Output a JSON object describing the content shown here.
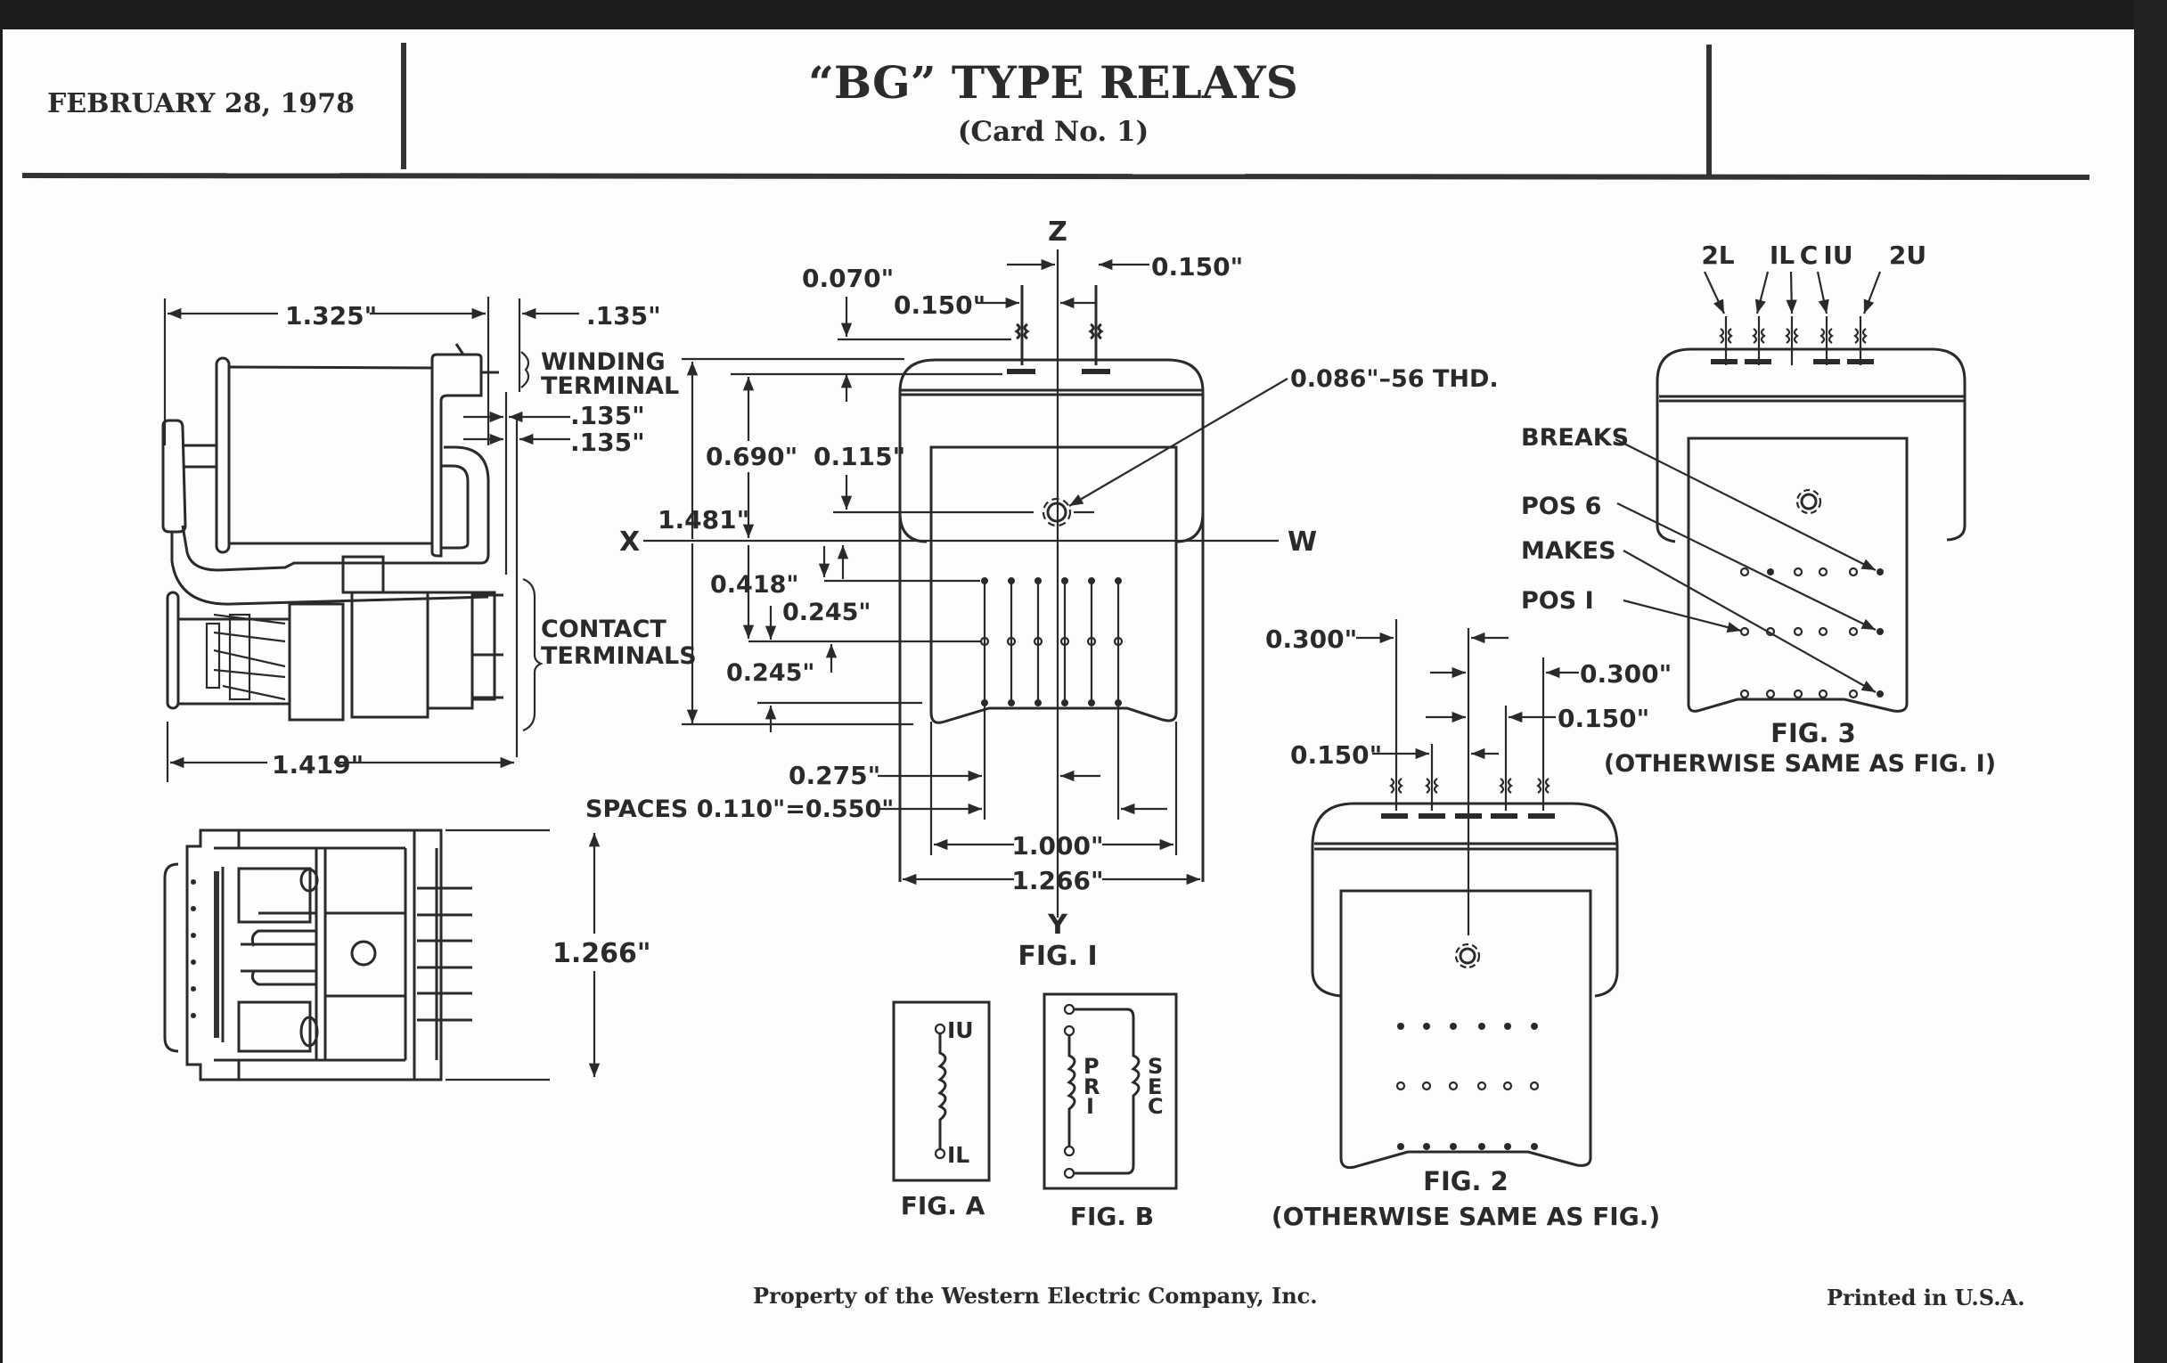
{
  "header": {
    "date": "FEBRUARY 28, 1978",
    "title": "“BG” TYPE RELAYS",
    "subtitle": "(Card No. 1)"
  },
  "side_view": {
    "dim_width_top": "1.325\"",
    "dim_terminal_offset": ".135\"",
    "winding_terminal_line1": "WINDING",
    "winding_terminal_line2": "TERMINAL",
    "dim_offset_1": ".135\"",
    "dim_offset_2": ".135\"",
    "contact_terminals_line1": "CONTACT",
    "contact_terminals_line2": "TERMINALS",
    "dim_width_bottom": "1.419\""
  },
  "top_view": {
    "dim_height": "1.266\""
  },
  "fig1": {
    "axis_z": "Z",
    "axis_x": "X",
    "axis_w": "W",
    "axis_y": "Y",
    "dim_070": "0.070\"",
    "dim_150_left": "0.150\"",
    "dim_150_right": "0.150\"",
    "dim_690": "0.690\"",
    "dim_115": "0.115\"",
    "dim_1481": "1.481\"",
    "dim_418": "0.418\"",
    "dim_245_a": "0.245\"",
    "dim_245_b": "0.245\"",
    "thread_callout": "0.086\"–56 THD.",
    "dim_275": "0.275\"",
    "spaces": "SPACES 0.110\"=0.550\"",
    "dim_1000": "1.000\"",
    "dim_1266": "1.266\"",
    "caption": "FIG. I"
  },
  "fig_a": {
    "top_terminal": "IU",
    "bottom_terminal": "IL",
    "caption": "FIG. A"
  },
  "fig_b": {
    "primary": [
      "P",
      "R",
      "I"
    ],
    "secondary": [
      "S",
      "E",
      "C"
    ],
    "caption": "FIG. B"
  },
  "fig2": {
    "dim_300_left": "0.300\"",
    "dim_150_left": "0.150\"",
    "dim_300_right": "0.300\"",
    "dim_150_right": "0.150\"",
    "caption": "FIG. 2",
    "note": "(OTHERWISE SAME AS FIG.)"
  },
  "fig3": {
    "terminal_labels": [
      "2L",
      "IL",
      "C",
      "IU",
      "2U"
    ],
    "callouts": [
      "BREAKS",
      "POS 6",
      "MAKES",
      "POS I"
    ],
    "caption": "FIG. 3",
    "note": "(OTHERWISE SAME AS FIG. I)"
  },
  "footer": {
    "property": "Property of the Western Electric Company, Inc.",
    "printed": "Printed in U.S.A."
  }
}
